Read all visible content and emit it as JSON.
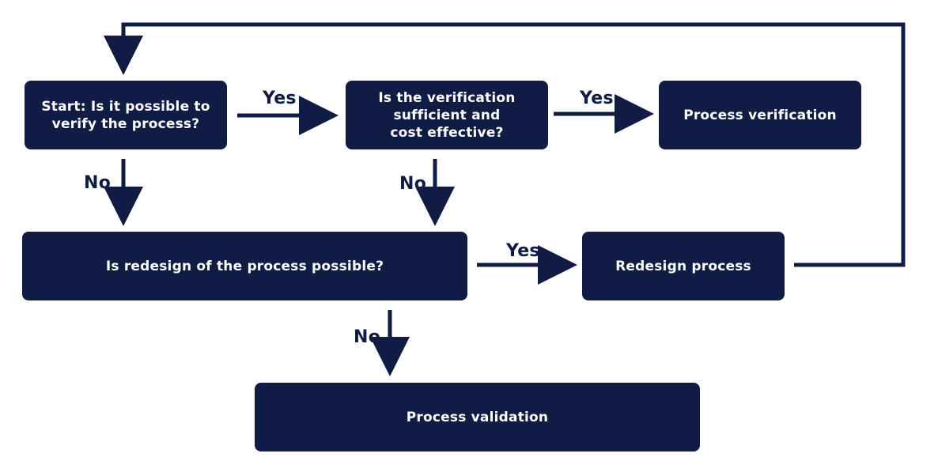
{
  "colors": {
    "navy": "#101c44",
    "background": "#ffffff",
    "text_on_box": "#ffffff"
  },
  "nodes": {
    "start": {
      "text": "Start: Is it possible to\nverify the process?"
    },
    "verification_check": {
      "text": "Is the verification\nsufficient and\ncost effective?"
    },
    "process_verification": {
      "text": "Process verification"
    },
    "redesign_check": {
      "text": "Is redesign of the process possible?"
    },
    "redesign_process": {
      "text": "Redesign process"
    },
    "process_validation": {
      "text": "Process validation"
    }
  },
  "edge_labels": {
    "start_to_verification": "Yes",
    "verification_to_process_verification": "Yes",
    "start_to_redesign": "No",
    "verification_to_redesign": "No",
    "redesign_check_to_redesign_process": "Yes",
    "redesign_to_validation": "No"
  }
}
